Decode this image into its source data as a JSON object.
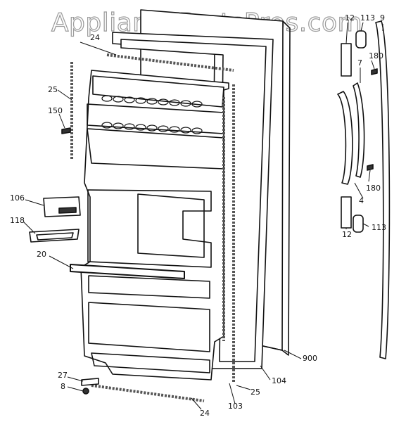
{
  "watermark": "AppliancePartsPros.com",
  "labels": {
    "p24_top": "24",
    "p25_left": "25",
    "p150": "150",
    "p106": "106",
    "p118": "118",
    "p20": "20",
    "p27": "27",
    "p8": "8",
    "p24_bottom": "24",
    "p103": "103",
    "p25_bottom": "25",
    "p104": "104",
    "p900": "900",
    "p12_top": "12",
    "p113_top": "113",
    "p9": "9",
    "p7": "7",
    "p180_top": "180",
    "p4": "4",
    "p180_bottom": "180",
    "p12_bottom": "12",
    "p113_bottom": "113"
  },
  "colors": {
    "line": "#111111",
    "gasket": "#555555"
  }
}
